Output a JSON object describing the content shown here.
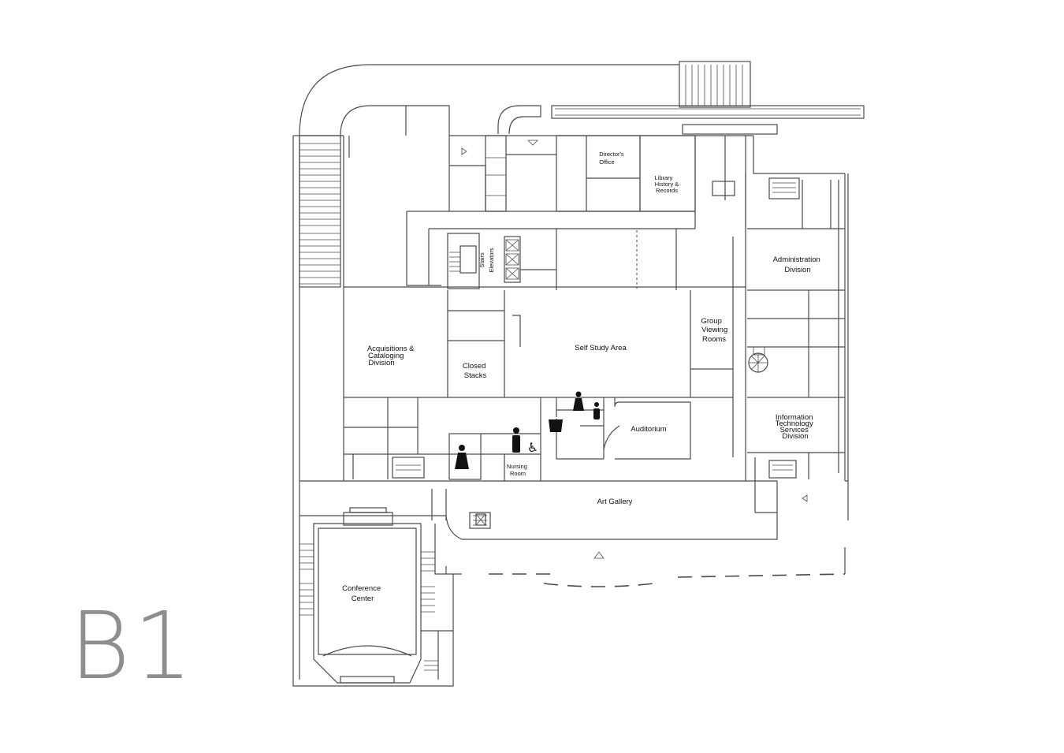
{
  "floor_label": "B1",
  "rooms": {
    "directors_office": [
      "Director's",
      "Office"
    ],
    "library_history": [
      "Library",
      "History &",
      "Records"
    ],
    "stairs": "Stairs",
    "elevators": "Elevators",
    "administration": [
      "Administration",
      "Division"
    ],
    "acquisitions": [
      "Acquisitions &",
      "Cataloging",
      "Division"
    ],
    "closed_stacks": [
      "Closed",
      "Stacks"
    ],
    "self_study": "Self Study Area",
    "group_viewing": [
      "Group",
      "Viewing",
      "Rooms"
    ],
    "it_services": [
      "Information",
      "Technology",
      "Services",
      "Division"
    ],
    "auditorium": "Auditorium",
    "nursing_room": [
      "Nursing",
      "Room"
    ],
    "art_gallery": "Art Gallery",
    "conference_center": [
      "Conference",
      "Center"
    ]
  },
  "icons": [
    "womens-restroom-icon",
    "mens-restroom-icon",
    "accessible-restroom-icon",
    "nursing-icon",
    "spiral-stair-icon"
  ]
}
